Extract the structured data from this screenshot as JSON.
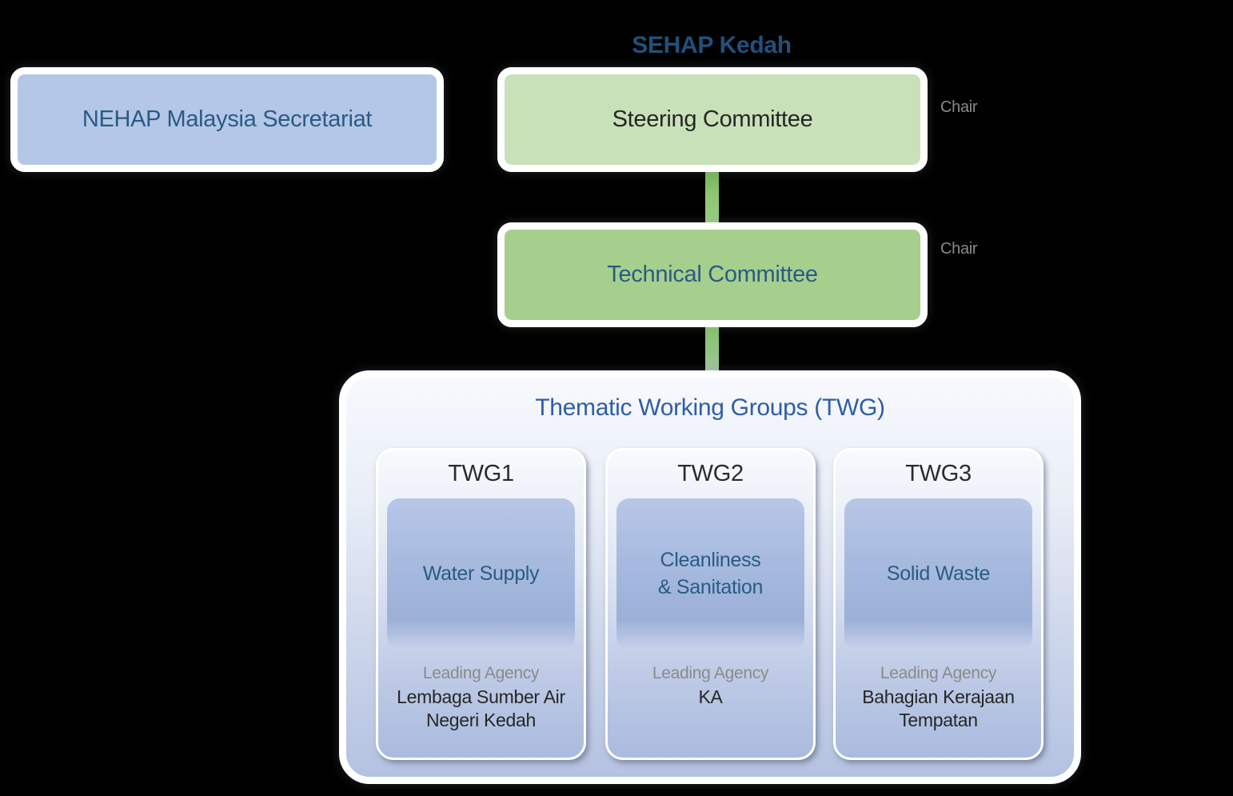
{
  "title": "SEHAP Kedah",
  "secretariat": {
    "label": "NEHAP Malaysia Secretariat"
  },
  "steering": {
    "label": "Steering Committee",
    "chair_label": "Chair"
  },
  "technical": {
    "label": "Technical Committee",
    "chair_label": "Chair"
  },
  "twg": {
    "title": "Thematic Working Groups (TWG)",
    "groups": [
      {
        "name": "TWG1",
        "topic": "Water Supply",
        "leading_label": "Leading Agency",
        "agency": "Lembaga Sumber Air\nNegeri Kedah"
      },
      {
        "name": "TWG2",
        "topic": "Cleanliness\n& Sanitation",
        "leading_label": "Leading Agency",
        "agency": "KA"
      },
      {
        "name": "TWG3",
        "topic": "Solid Waste",
        "leading_label": "Leading Agency",
        "agency": "Bahagian Kerajaan\nTempatan"
      }
    ]
  },
  "colors": {
    "background": "#000000",
    "secretariat_fill": "#b4c7e7",
    "steering_fill": "#c9e1b8",
    "technical_fill": "#a6cf8d",
    "title_navy": "#21507c",
    "box_text_blue": "#2a5b84",
    "steering_text": "#262626",
    "twg_title_blue": "#2f5da8",
    "label_gray": "#8a8a8a",
    "agency_text": "#262626"
  }
}
